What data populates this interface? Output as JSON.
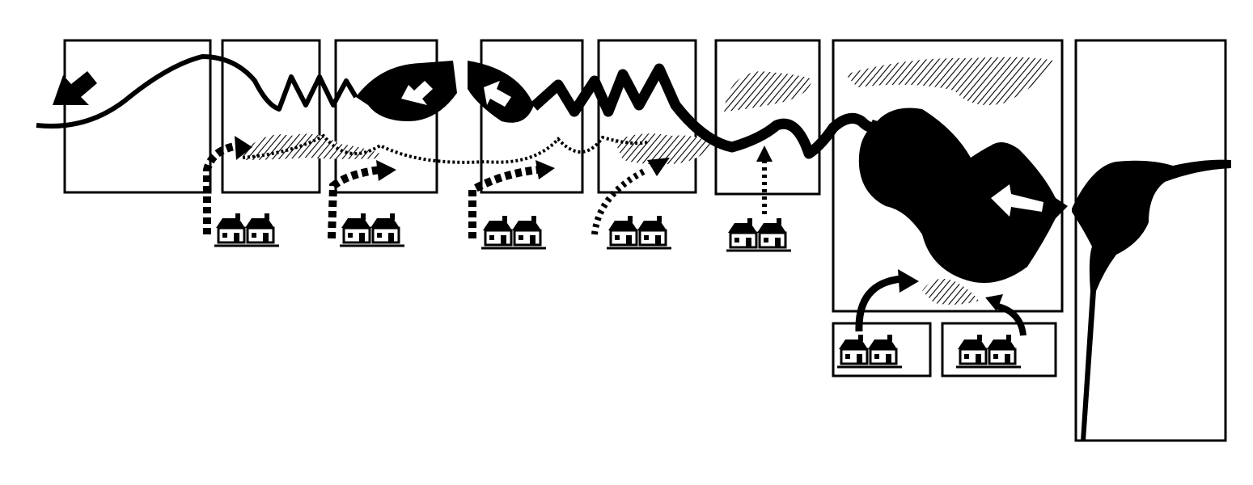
{
  "diagram": {
    "colors": {
      "ink": "#000000",
      "paper": "#ffffff"
    },
    "flow_direction": "right-to-left",
    "houses": [
      {
        "name": "house-pair-1",
        "connection": "dashed-pipe-curved"
      },
      {
        "name": "house-pair-2",
        "connection": "dashed-pipe-curved"
      },
      {
        "name": "house-pair-3",
        "connection": "dashed-pipe-curved"
      },
      {
        "name": "house-pair-4",
        "connection": "dotted-curve"
      },
      {
        "name": "house-pair-5",
        "connection": "dotted-vertical"
      },
      {
        "name": "house-pair-6",
        "connection": "dotted-curve"
      },
      {
        "name": "house-pair-7",
        "connection": "curved-arrow"
      }
    ],
    "icons": [
      "house-icon",
      "arrow-icon",
      "stream-path",
      "hatch-region",
      "panel-frame"
    ]
  }
}
